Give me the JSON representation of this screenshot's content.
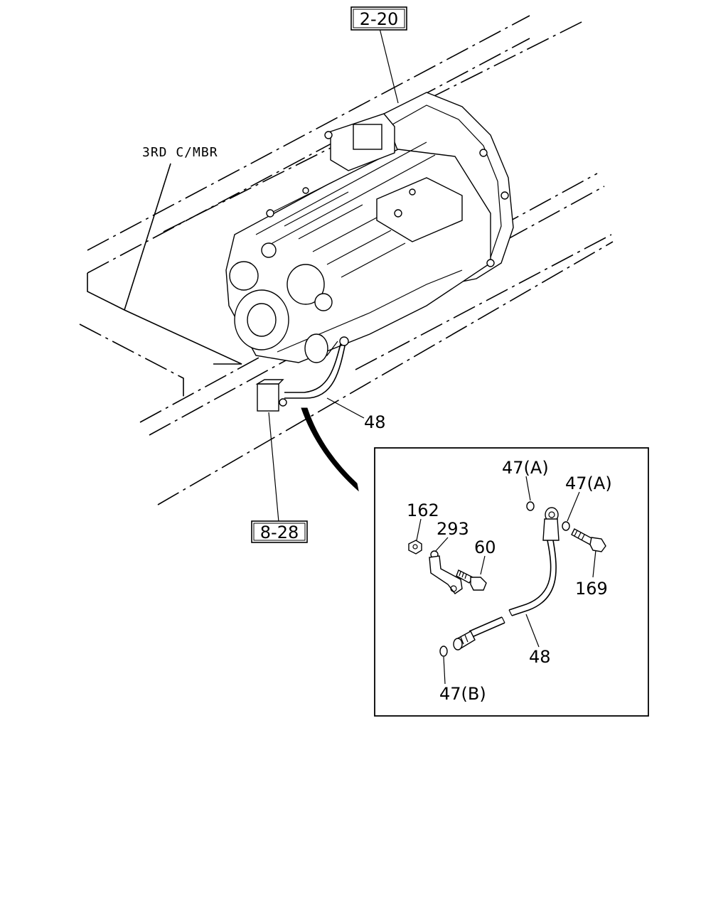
{
  "refs": {
    "top_ref": "2-20",
    "bottom_ref": "8-28"
  },
  "labels": {
    "crossmember": "3RD C/MBR",
    "hose_main": "48",
    "detail_47a_left": "47(A)",
    "detail_47a_right": "47(A)",
    "detail_162": "162",
    "detail_293": "293",
    "detail_60": "60",
    "detail_169": "169",
    "detail_48": "48",
    "detail_47b": "47(B)"
  },
  "colors": {
    "line": "#000000",
    "background": "#ffffff"
  }
}
